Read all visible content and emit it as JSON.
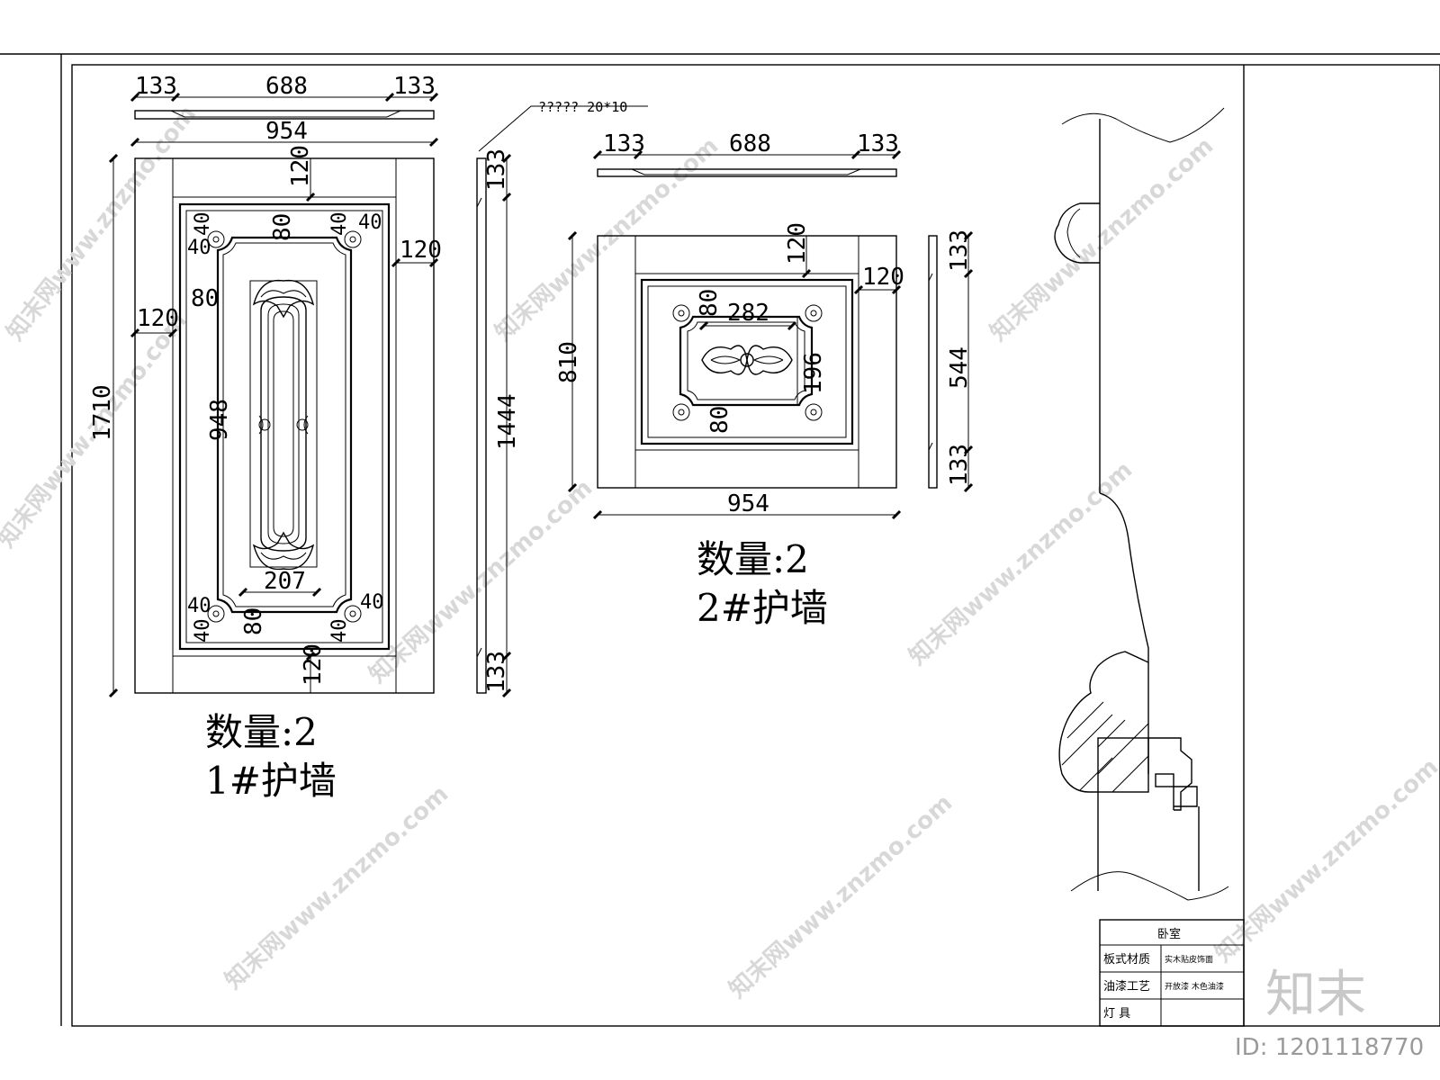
{
  "panel1": {
    "dims": {
      "top_left": "133",
      "top_mid": "688",
      "top_right": "133",
      "total_width": "954",
      "height": "1710",
      "side_height": "1444",
      "side_top": "133",
      "side_bottom": "133",
      "rail_top": "120",
      "rail_bottom": "120",
      "stile_left": "120",
      "stile_right": "120",
      "inner_height": "948",
      "inner_80_top": "80",
      "inner_80_left": "80",
      "inner_80_bottom": "80",
      "carving_width": "207",
      "corner_40": "40",
      "corner_40b": "40"
    },
    "quantity": "数量:2",
    "name": "1#护墙"
  },
  "panel2": {
    "dims": {
      "top_left": "133",
      "top_mid": "688",
      "top_right": "133",
      "total_width": "954",
      "height": "810",
      "rail": "120",
      "stile": "120",
      "inner_width": "282",
      "inner_height": "196",
      "inner_80_top": "80",
      "inner_80_bottom": "80",
      "side_top": "133",
      "side_mid": "544",
      "side_bottom": "133"
    },
    "quantity": "数量:2",
    "name": "2#护墙"
  },
  "note": "????? 20*10",
  "title_block": {
    "title": "卧室",
    "rows": [
      {
        "label": "板式材质",
        "value": "实木贴皮饰面"
      },
      {
        "label": "油漆工艺",
        "value": "开放漆  木色油漆"
      },
      {
        "label": "灯  具",
        "value": ""
      }
    ]
  },
  "watermark": {
    "text": "知末网www.znzmo.com",
    "brand": "知末",
    "id": "ID: 1201118770"
  }
}
